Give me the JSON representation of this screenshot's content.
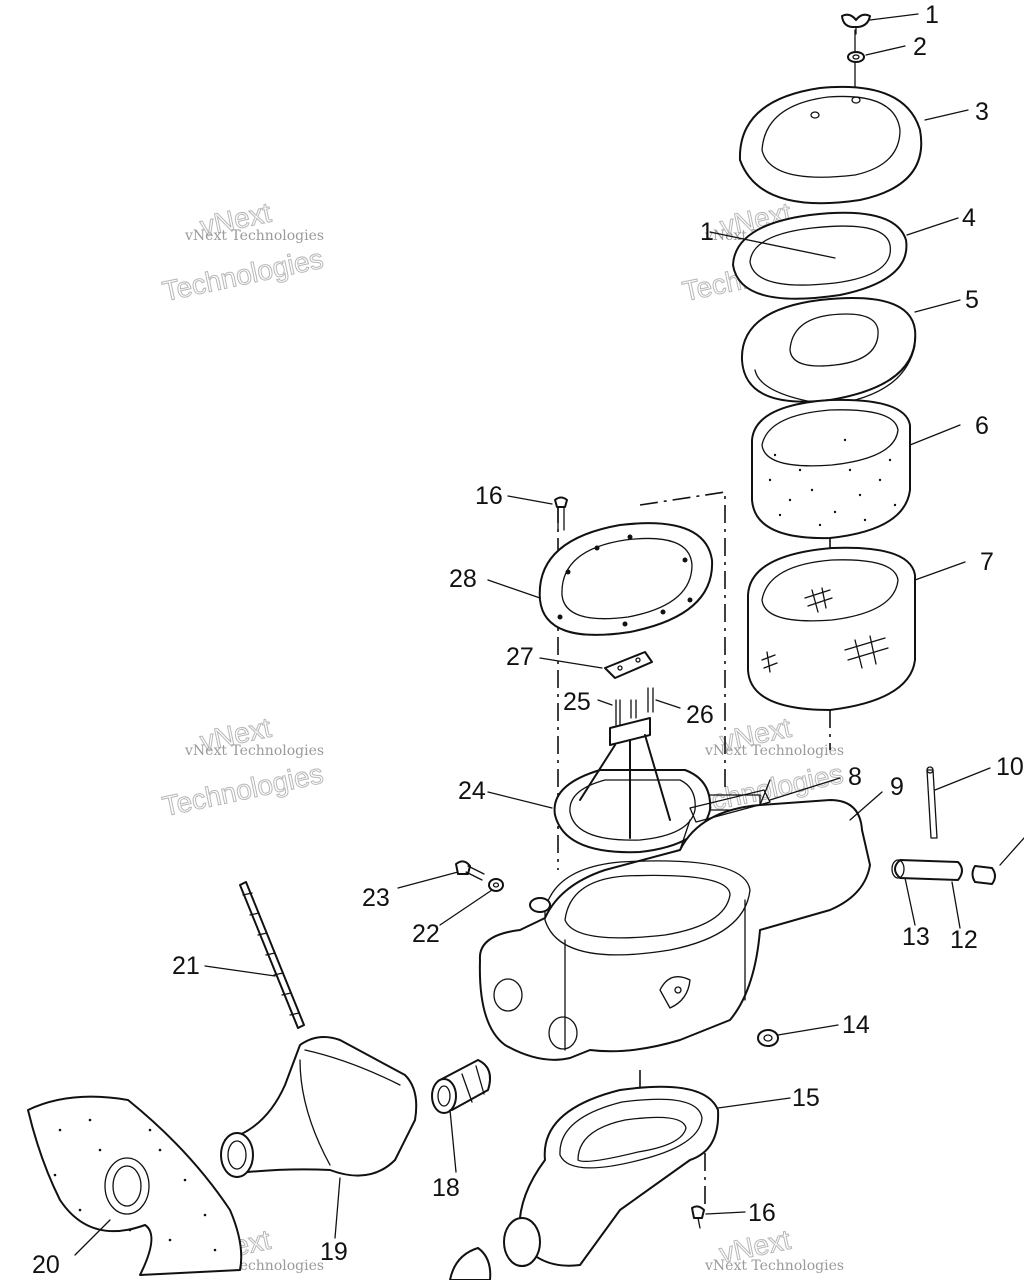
{
  "callouts": [
    "1",
    "2",
    "3",
    "4",
    "5",
    "6",
    "7",
    "8",
    "9",
    "10",
    "12",
    "13",
    "14",
    "15",
    "16",
    "16",
    "18",
    "19",
    "20",
    "21",
    "22",
    "23",
    "24",
    "25",
    "26",
    "27",
    "28",
    "1"
  ],
  "watermark": {
    "line1": "vNext",
    "line2": "vNext Technologies",
    "line3": "Technologies"
  },
  "colors": {
    "ink": "#111111",
    "watermark": "#b8b8b8",
    "background": "#ffffff"
  }
}
